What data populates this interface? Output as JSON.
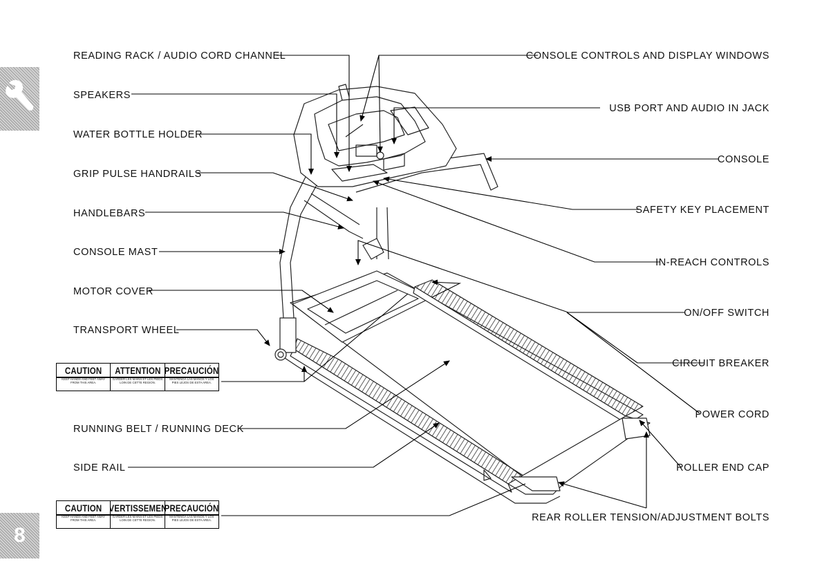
{
  "page": {
    "number": "8"
  },
  "icons": {
    "side_tab": "wrench-icon"
  },
  "labels": {
    "reading_rack": "READING RACK / AUDIO CORD CHANNEL",
    "speakers": "SPEAKERS",
    "water_bottle": "WATER BOTTLE HOLDER",
    "grip_pulse": "GRIP PULSE HANDRAILS",
    "handlebars": "HANDLEBARS",
    "console_mast": "CONSOLE MAST",
    "motor_cover": "MOTOR COVER",
    "transport_wheel": "TRANSPORT WHEEL",
    "running_belt": "RUNNING BELT / RUNNING DECK",
    "side_rail": "SIDE RAIL",
    "console_controls": "CONSOLE CONTROLS AND DISPLAY WINDOWS",
    "usb_port": "USB PORT AND AUDIO IN JACK",
    "console": "CONSOLE",
    "safety_key": "SAFETY KEY PLACEMENT",
    "in_reach": "IN-REACH CONTROLS",
    "on_off": "ON/OFF SWITCH",
    "circuit_breaker": "CIRCUIT BREAKER",
    "power_cord": "POWER CORD",
    "roller_end_cap": "ROLLER END CAP",
    "rear_roller": "REAR ROLLER TENSION/ADJUSTMENT BOLTS"
  },
  "sticker1": {
    "h1": "CAUTION",
    "t1": "KEEP HANDS AND FEET AWAY FROM THIS AREA.",
    "h2": "ATTENTION",
    "t2": "GARDER LES MAINS ET LES PIEDS LOIN DE CETTE REGION.",
    "h3": "PRECAUCIÓN",
    "t3": "MANTENGA LAS MANOS Y LOS PIES LEJOS DE ESTA AREA."
  },
  "sticker2": {
    "h1": "CAUTION",
    "t1": "KEEP HANDS AND FEET AWAY FROM THIS AREA.",
    "h2": "AVERTISSEMENT",
    "t2": "GARDER LES MAINS ET LES PIEDS LOIN DE CETTE REGION.",
    "h3": "PRECAUCIÓN",
    "t3": "MANTENGA LAS MANOS Y LOS PIES LEJOS DE ESTA AREA."
  }
}
